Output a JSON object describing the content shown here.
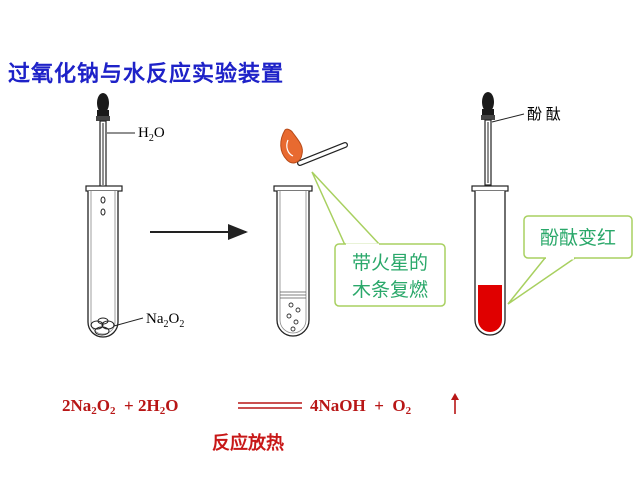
{
  "title": "过氧化钠与水反应实验装置",
  "labels": {
    "water": [
      "H",
      "2",
      "O"
    ],
    "sodium_peroxide": [
      "Na",
      "2",
      "O",
      "2"
    ],
    "phenolphthalein": "酚 酞"
  },
  "callouts": {
    "splint": [
      "带火星的",
      "木条复燃"
    ],
    "red": "酚酞变红"
  },
  "equation": {
    "left": [
      "2Na",
      "2",
      "O",
      "2",
      "  + 2H",
      "2",
      "O"
    ],
    "right": [
      "4NaOH  +  O",
      "2"
    ]
  },
  "note": "反应放热",
  "colors": {
    "title": "#1e22c8",
    "callout_border": "#a8d060",
    "callout_text": "#2aa86a",
    "equation": "#b81616",
    "solution_red": "#e00000",
    "flame": "#e86a30"
  }
}
